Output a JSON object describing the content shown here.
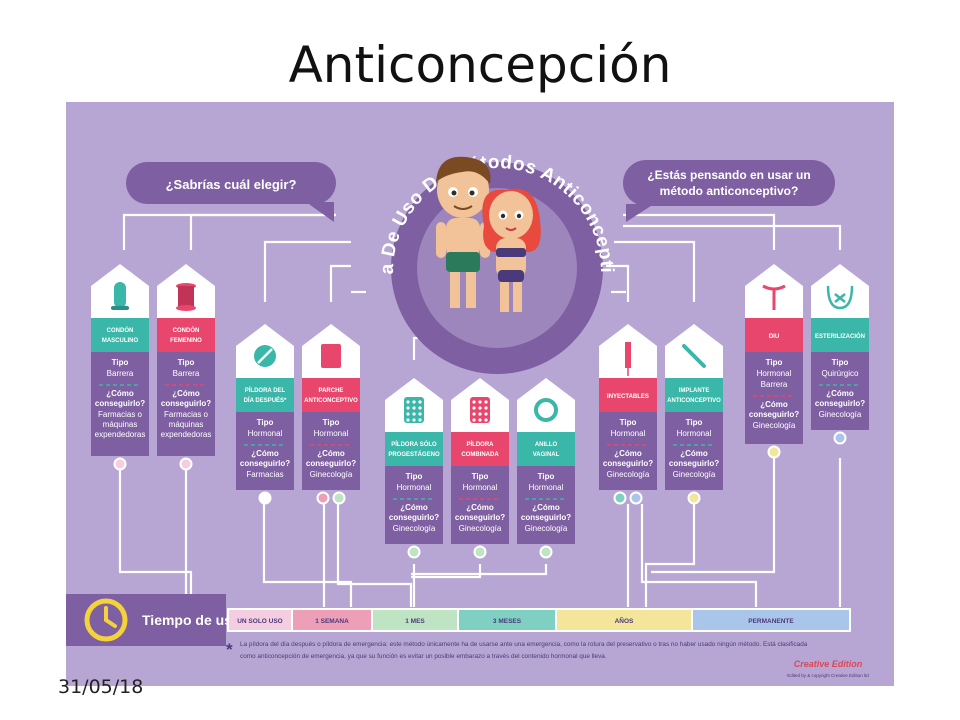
{
  "slide": {
    "title": "Anticoncepción",
    "date": "31/05/18"
  },
  "infographic": {
    "arc_title": "Guía De Uso De Métodos Anticonceptivos",
    "bubble_left": "¿Sabrías cuál elegir?",
    "bubble_right_l1": "¿Estás pensando en usar un",
    "bubble_right_l2": "método anticonceptivo?",
    "colors": {
      "background": "#b7a6d3",
      "card_body": "#7e5fa1",
      "teal": "#3ab7a8",
      "pink": "#e9466d",
      "white": "#ffffff"
    },
    "methods": [
      {
        "name_l1": "CONDÓN",
        "name_l2": "MASCULINO",
        "tipo_label": "Tipo",
        "tipo": "Barrera",
        "how_l1": "¿Cómo",
        "how_l2": "conseguirlo?",
        "where_l1": "Farmacias o",
        "where_l2": "máquinas",
        "where_l3": "expendedoras",
        "icon": "male-condom-icon"
      },
      {
        "name_l1": "CONDÓN",
        "name_l2": "FEMENINO",
        "tipo_label": "Tipo",
        "tipo": "Barrera",
        "how_l1": "¿Cómo",
        "how_l2": "conseguirlo?",
        "where_l1": "Farmacias o",
        "where_l2": "máquinas",
        "where_l3": "expendedoras",
        "icon": "female-condom-icon"
      },
      {
        "name_l1": "PÍLDORA DEL",
        "name_l2": "DÍA DESPUÉS*",
        "tipo_label": "Tipo",
        "tipo": "Hormonal",
        "how_l1": "¿Cómo",
        "how_l2": "conseguirlo?",
        "where_l1": "Farmacias",
        "icon": "pill-icon"
      },
      {
        "name_l1": "PARCHE",
        "name_l2": "ANTICONCEPTIVO",
        "tipo_label": "Tipo",
        "tipo": "Hormonal",
        "how_l1": "¿Cómo",
        "how_l2": "conseguirlo?",
        "where_l1": "Ginecología",
        "icon": "patch-icon"
      },
      {
        "name_l1": "PÍLDORA SÓLO",
        "name_l2": "PROGESTÁGENO",
        "tipo_label": "Tipo",
        "tipo": "Hormonal",
        "how_l1": "¿Cómo",
        "how_l2": "conseguirlo?",
        "where_l1": "Ginecología",
        "icon": "pill-pack-icon"
      },
      {
        "name_l1": "PÍLDORA",
        "name_l2": "COMBINADA",
        "tipo_label": "Tipo",
        "tipo": "Hormonal",
        "how_l1": "¿Cómo",
        "how_l2": "conseguirlo?",
        "where_l1": "Ginecología",
        "icon": "pill-pack-icon"
      },
      {
        "name_l1": "ANILLO",
        "name_l2": "VAGINAL",
        "tipo_label": "Tipo",
        "tipo": "Hormonal",
        "how_l1": "¿Cómo",
        "how_l2": "conseguirlo?",
        "where_l1": "Ginecología",
        "icon": "ring-icon"
      },
      {
        "name_l1": "INYECTABLES",
        "name_l2": "",
        "tipo_label": "Tipo",
        "tipo": "Hormonal",
        "how_l1": "¿Cómo",
        "how_l2": "conseguirlo?",
        "where_l1": "Ginecología",
        "icon": "syringe-icon"
      },
      {
        "name_l1": "IMPLANTE",
        "name_l2": "ANTICONCEPTIVO",
        "tipo_label": "Tipo",
        "tipo": "Hormonal",
        "how_l1": "¿Cómo",
        "how_l2": "conseguirlo?",
        "where_l1": "Ginecología",
        "icon": "implant-icon"
      },
      {
        "name_l1": "DIU",
        "name_l2": "",
        "tipo_label": "Tipo",
        "tipo": "Hormonal",
        "tipo2": "Barrera",
        "how_l1": "¿Cómo",
        "how_l2": "conseguirlo?",
        "where_l1": "Ginecología",
        "icon": "iud-icon"
      },
      {
        "name_l1": "ESTERILIZACIÓN",
        "name_l2": "",
        "tipo_label": "Tipo",
        "tipo": "Quirúrgico",
        "how_l1": "¿Cómo",
        "how_l2": "conseguirlo?",
        "where_l1": "Ginecología",
        "icon": "sterilization-icon"
      }
    ],
    "timeline": {
      "label": "Tiempo de uso",
      "segments": [
        {
          "label": "UN SOLO USO",
          "color": "#f4cde0"
        },
        {
          "label": "1 SEMANA",
          "color": "#ee9fb8"
        },
        {
          "label": "1 MES",
          "color": "#bfe4c4"
        },
        {
          "label": "3 MESES",
          "color": "#7fd0c2"
        },
        {
          "label": "AÑOS",
          "color": "#f3e59a"
        },
        {
          "label": "PERMANENTE",
          "color": "#a9c6ea"
        }
      ]
    },
    "footnote_mark": "*",
    "footnote_l1": "La píldora del día después o píldora de emergencia: este método únicamente ha de usarse ante una emergencia, como la rotura del preservativo o tras no haber usado ningún método. Está clasificada",
    "footnote_l2": "como anticoncepción de emergencia, ya que su función es evitar un posible embarazo a través del contenido hormonal que lleva.",
    "brand": "Creative Edition",
    "brand_sub": "Edited by & copyright Creative Edition ltd"
  }
}
